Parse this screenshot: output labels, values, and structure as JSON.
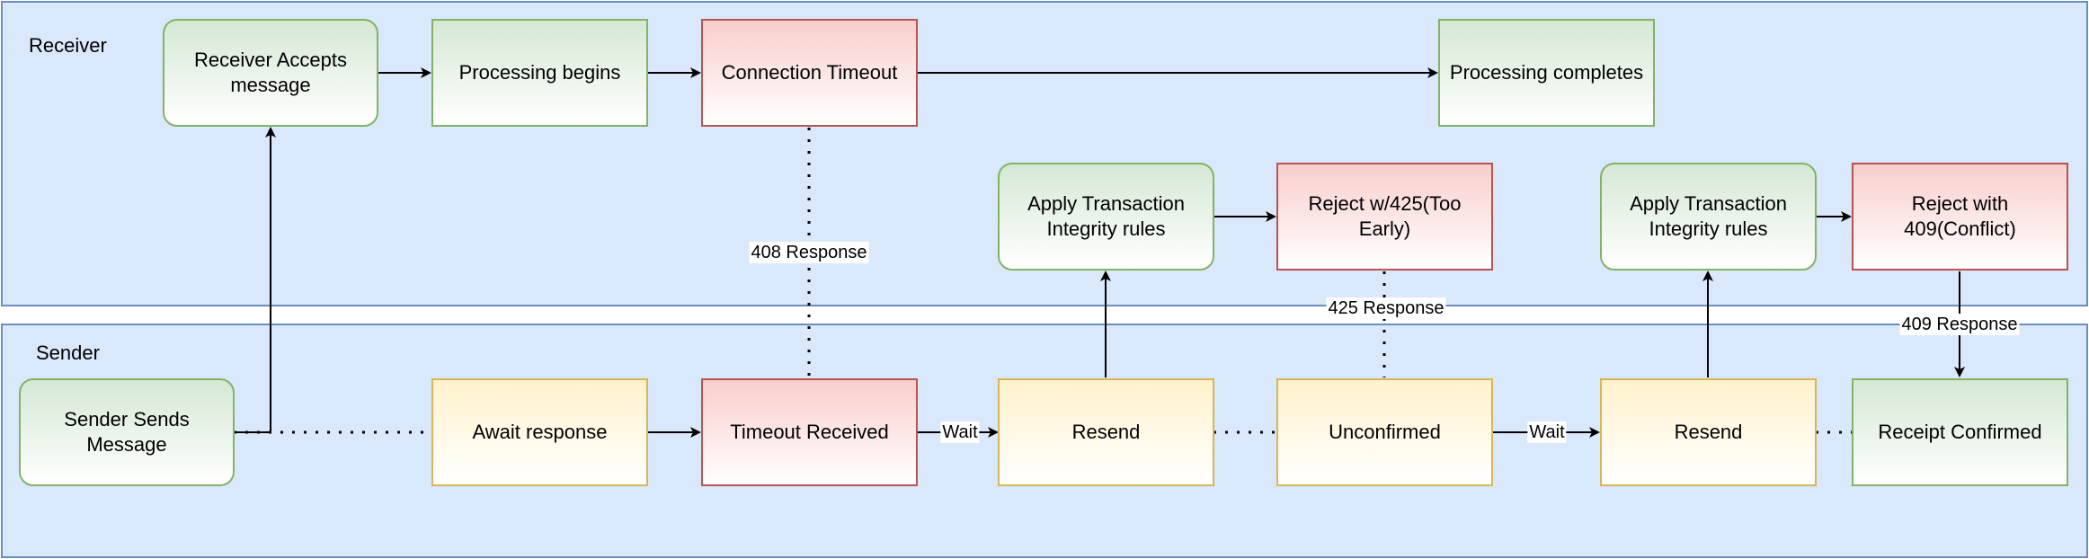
{
  "lanes": {
    "receiver": "Receiver",
    "sender": "Sender"
  },
  "nodes": {
    "receiver_accepts": "Receiver Accepts message",
    "processing_begins": "Processing begins",
    "connection_timeout": "Connection Timeout",
    "processing_completes": "Processing completes",
    "apply_rules_1": "Apply Transaction Integrity rules",
    "reject_425": "Reject w/425(Too Early)",
    "apply_rules_2": "Apply Transaction Integrity rules",
    "reject_409": "Reject with 409(Conflict)",
    "sender_sends": "Sender Sends Message",
    "await_response": "Await response",
    "timeout_received": "Timeout Received",
    "resend_1": "Resend",
    "unconfirmed": "Unconfirmed",
    "resend_2": "Resend",
    "receipt_confirmed": "Receipt Confirmed"
  },
  "edge_labels": {
    "r408": "408 Response",
    "r425": "425 Response",
    "r409": "409 Response",
    "wait1": "Wait",
    "wait2": "Wait"
  },
  "colors": {
    "lane_fill": "#dae8fc",
    "lane_stroke": "#6c8ebf",
    "green_stroke": "#82b366",
    "red_stroke": "#b85450",
    "yellow_stroke": "#d6b656"
  }
}
